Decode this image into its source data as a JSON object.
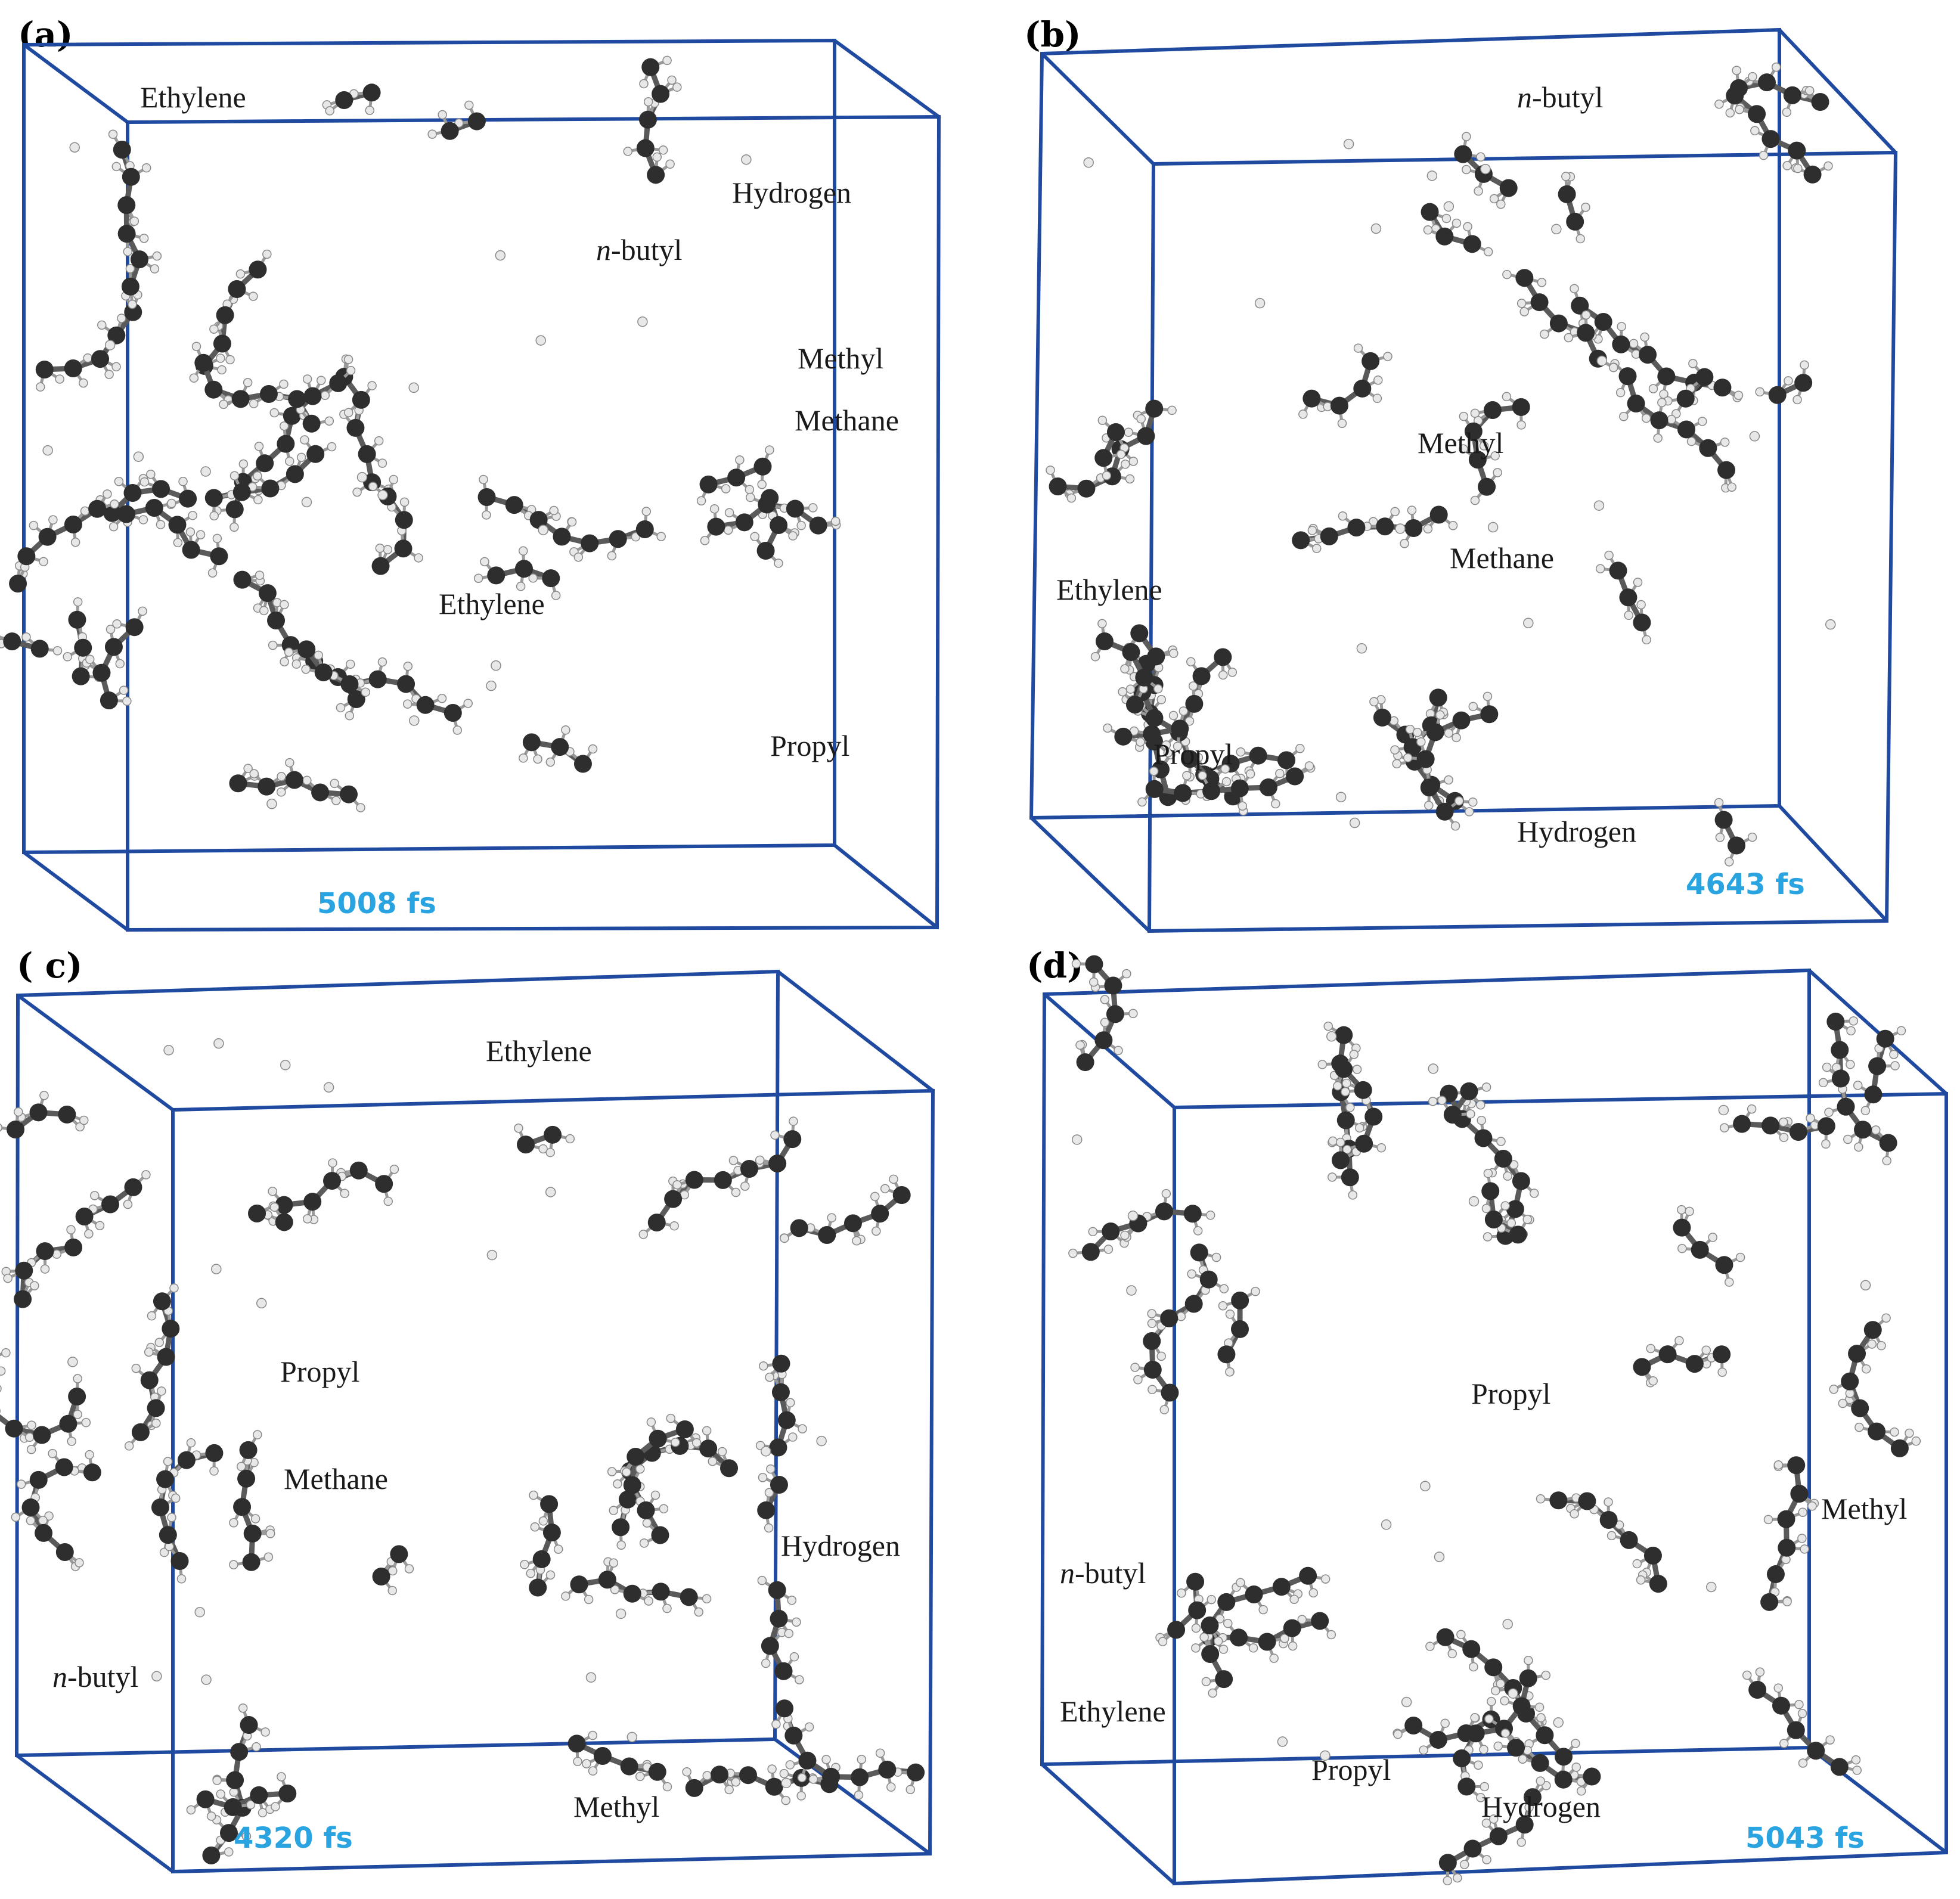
{
  "colors": {
    "box": "#1f4aa0",
    "time": "#2aa4e0",
    "carbon": "#2e2e2e",
    "hydrogen": "#e8e8e8"
  },
  "panels": [
    {
      "label": "(a)",
      "time": "5008  fs",
      "species": {
        "ethylene_top": "Ethylene",
        "hydrogen": "Hydrogen",
        "butyl_prefix": "n",
        "butyl_rest": "-butyl",
        "methyl": "Methyl",
        "methane": "Methane",
        "ethylene_mid": "Ethylene",
        "propyl": "Propyl"
      }
    },
    {
      "label": "(b)",
      "time": "4643  fs",
      "species": {
        "butyl_prefix": "n",
        "butyl_rest": "-butyl",
        "methyl": "Methyl",
        "methane": "Methane",
        "ethylene": "Ethylene",
        "propyl": "Propyl",
        "hydrogen": "Hydrogen"
      }
    },
    {
      "label": "( c)",
      "time": "4320  fs",
      "species": {
        "ethylene": "Ethylene",
        "propyl": "Propyl",
        "methane": "Methane",
        "hydrogen": "Hydrogen",
        "butyl_prefix": "n",
        "butyl_rest": "-butyl",
        "methyl": "Methyl"
      }
    },
    {
      "label": "(d)",
      "time": "5043  fs",
      "species": {
        "propyl_mid": "Propyl",
        "methyl": "Methyl",
        "butyl_prefix": "n",
        "butyl_rest": "-butyl",
        "ethylene": "Ethylene",
        "propyl_bottom": "Propyl",
        "hydrogen": "Hydrogen"
      }
    }
  ]
}
